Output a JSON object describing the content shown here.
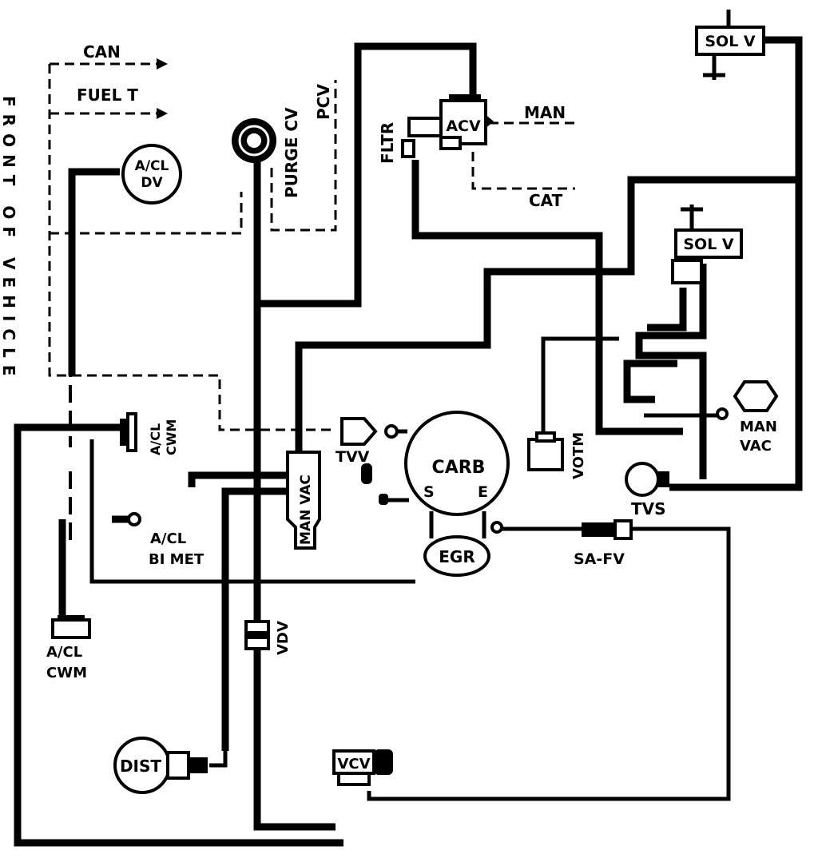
{
  "side_label": "FRONT OF VEHICLE",
  "labels": {
    "can": "CAN",
    "fuel_t": "FUEL T",
    "acl_dv_line1": "A/CL",
    "acl_dv_line2": "DV",
    "purge_cv": "PURGE CV",
    "pcv": "PCV",
    "fltr": "FLTR",
    "acv": "ACV",
    "man_top": "MAN",
    "cat": "CAT",
    "sol_v_top": "SOL V",
    "sol_v_mid": "SOL V",
    "acl_cwm_upper_line1": "A/CL",
    "acl_cwm_upper_line2": "CWM",
    "tvv": "TVV",
    "carb": "CARB",
    "carb_s": "S",
    "carb_e": "E",
    "man_vac_block": "MAN VAC",
    "votm": "VOTM",
    "man_vac_line1": "MAN",
    "man_vac_line2": "VAC",
    "tvs": "TVS",
    "acl_bimet_line1": "A/CL",
    "acl_bimet_line2": "BI MET",
    "egr": "EGR",
    "sa_fv": "SA-FV",
    "acl_cwm_lower_line1": "A/CL",
    "acl_cwm_lower_line2": "CWM",
    "vdv": "VDV",
    "dist": "DIST",
    "vcv": "VCV"
  }
}
